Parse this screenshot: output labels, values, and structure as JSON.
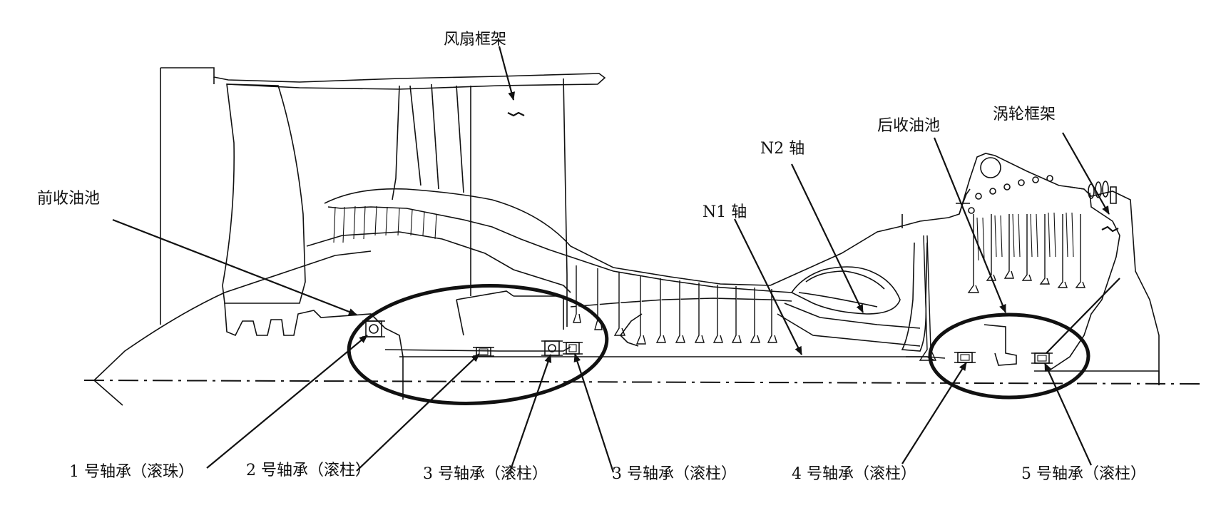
{
  "labels": {
    "fan_frame": "风扇框架",
    "front_sump": "前收油池",
    "n1_shaft": "N1 轴",
    "n2_shaft": "N2 轴",
    "rear_sump": "后收油池",
    "turbine_frame": "涡轮框架",
    "bearing_1": "1 号轴承（滚珠）",
    "bearing_2": "2 号轴承（滚柱）",
    "bearing_3a": "3 号轴承（滚柱）",
    "bearing_3b": "3 号轴承（滚柱）",
    "bearing_4": "4 号轴承（滚柱）",
    "bearing_5": "5 号轴承（滚柱）"
  }
}
